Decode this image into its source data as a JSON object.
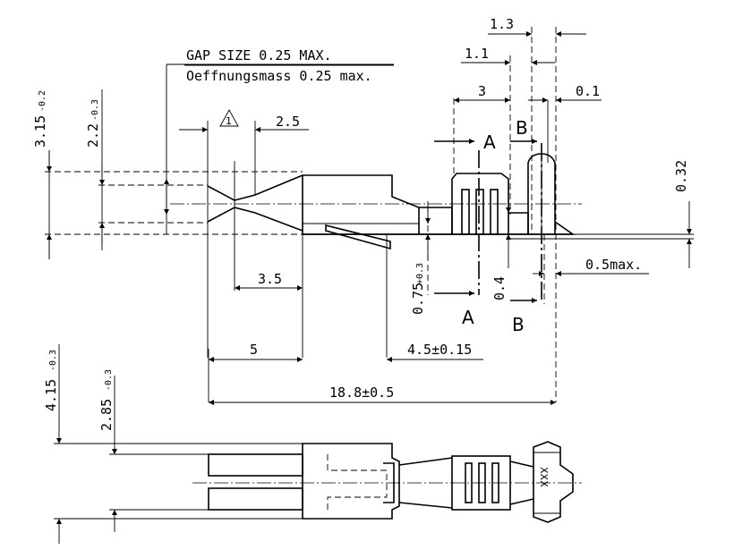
{
  "notes": {
    "gap_en": "GAP SIZE 0.25 MAX.",
    "gap_de": "Oeffnungsmass 0.25 max.",
    "warning_num": "1"
  },
  "dims": {
    "d_3_15": "3.15",
    "d_3_15_tol": "-0.2",
    "d_2_2": "2.2",
    "d_2_2_tol": "-0.3",
    "d_2_5": "2.5",
    "d_3": "3",
    "d_1_1": "1.1",
    "d_1_3": "1.3",
    "d_0_1": "0.1",
    "d_0_32": "0.32",
    "d_3_5": "3.5",
    "d_0_75": "0.75",
    "d_0_75_tol": "+0.3",
    "d_0_4": "0.4",
    "d_0_5max": "0.5max.",
    "d_5": "5",
    "d_4_5": "4.5±0.15",
    "d_18_8": "18.8±0.5",
    "d_4_15": "4.15",
    "d_4_15_tol": "-0.3",
    "d_2_85": "2.85",
    "d_2_85_tol": "-0.3"
  },
  "sections": {
    "a_top": "A",
    "a_bottom": "A",
    "b_top": "B",
    "b_bottom": "B"
  },
  "marking": "XXX"
}
